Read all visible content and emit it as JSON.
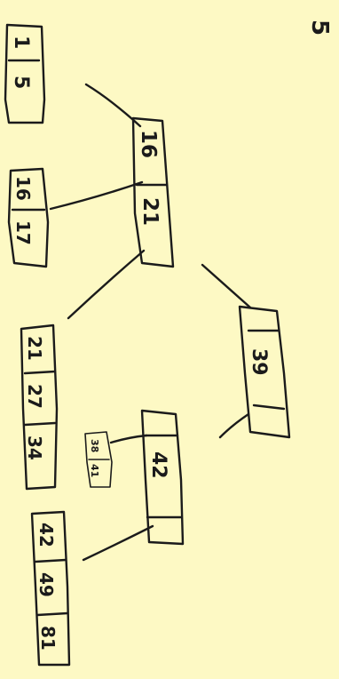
{
  "page_mark": "5",
  "nodes": {
    "leaf_1_5": {
      "keys": [
        "1",
        "5"
      ]
    },
    "internal_16_21": {
      "keys": [
        "16",
        "21"
      ]
    },
    "leaf_16_17": {
      "keys": [
        "16",
        "17"
      ]
    },
    "leaf_21_27_34": {
      "keys": [
        "21",
        "27",
        "34"
      ]
    },
    "node_39": {
      "keys": [
        "39"
      ]
    },
    "node_42": {
      "keys": [
        "42"
      ]
    },
    "leaf_38_41": {
      "keys": [
        "38",
        "41"
      ]
    },
    "leaf_42_49_81": {
      "keys": [
        "42",
        "49",
        "81"
      ]
    }
  }
}
